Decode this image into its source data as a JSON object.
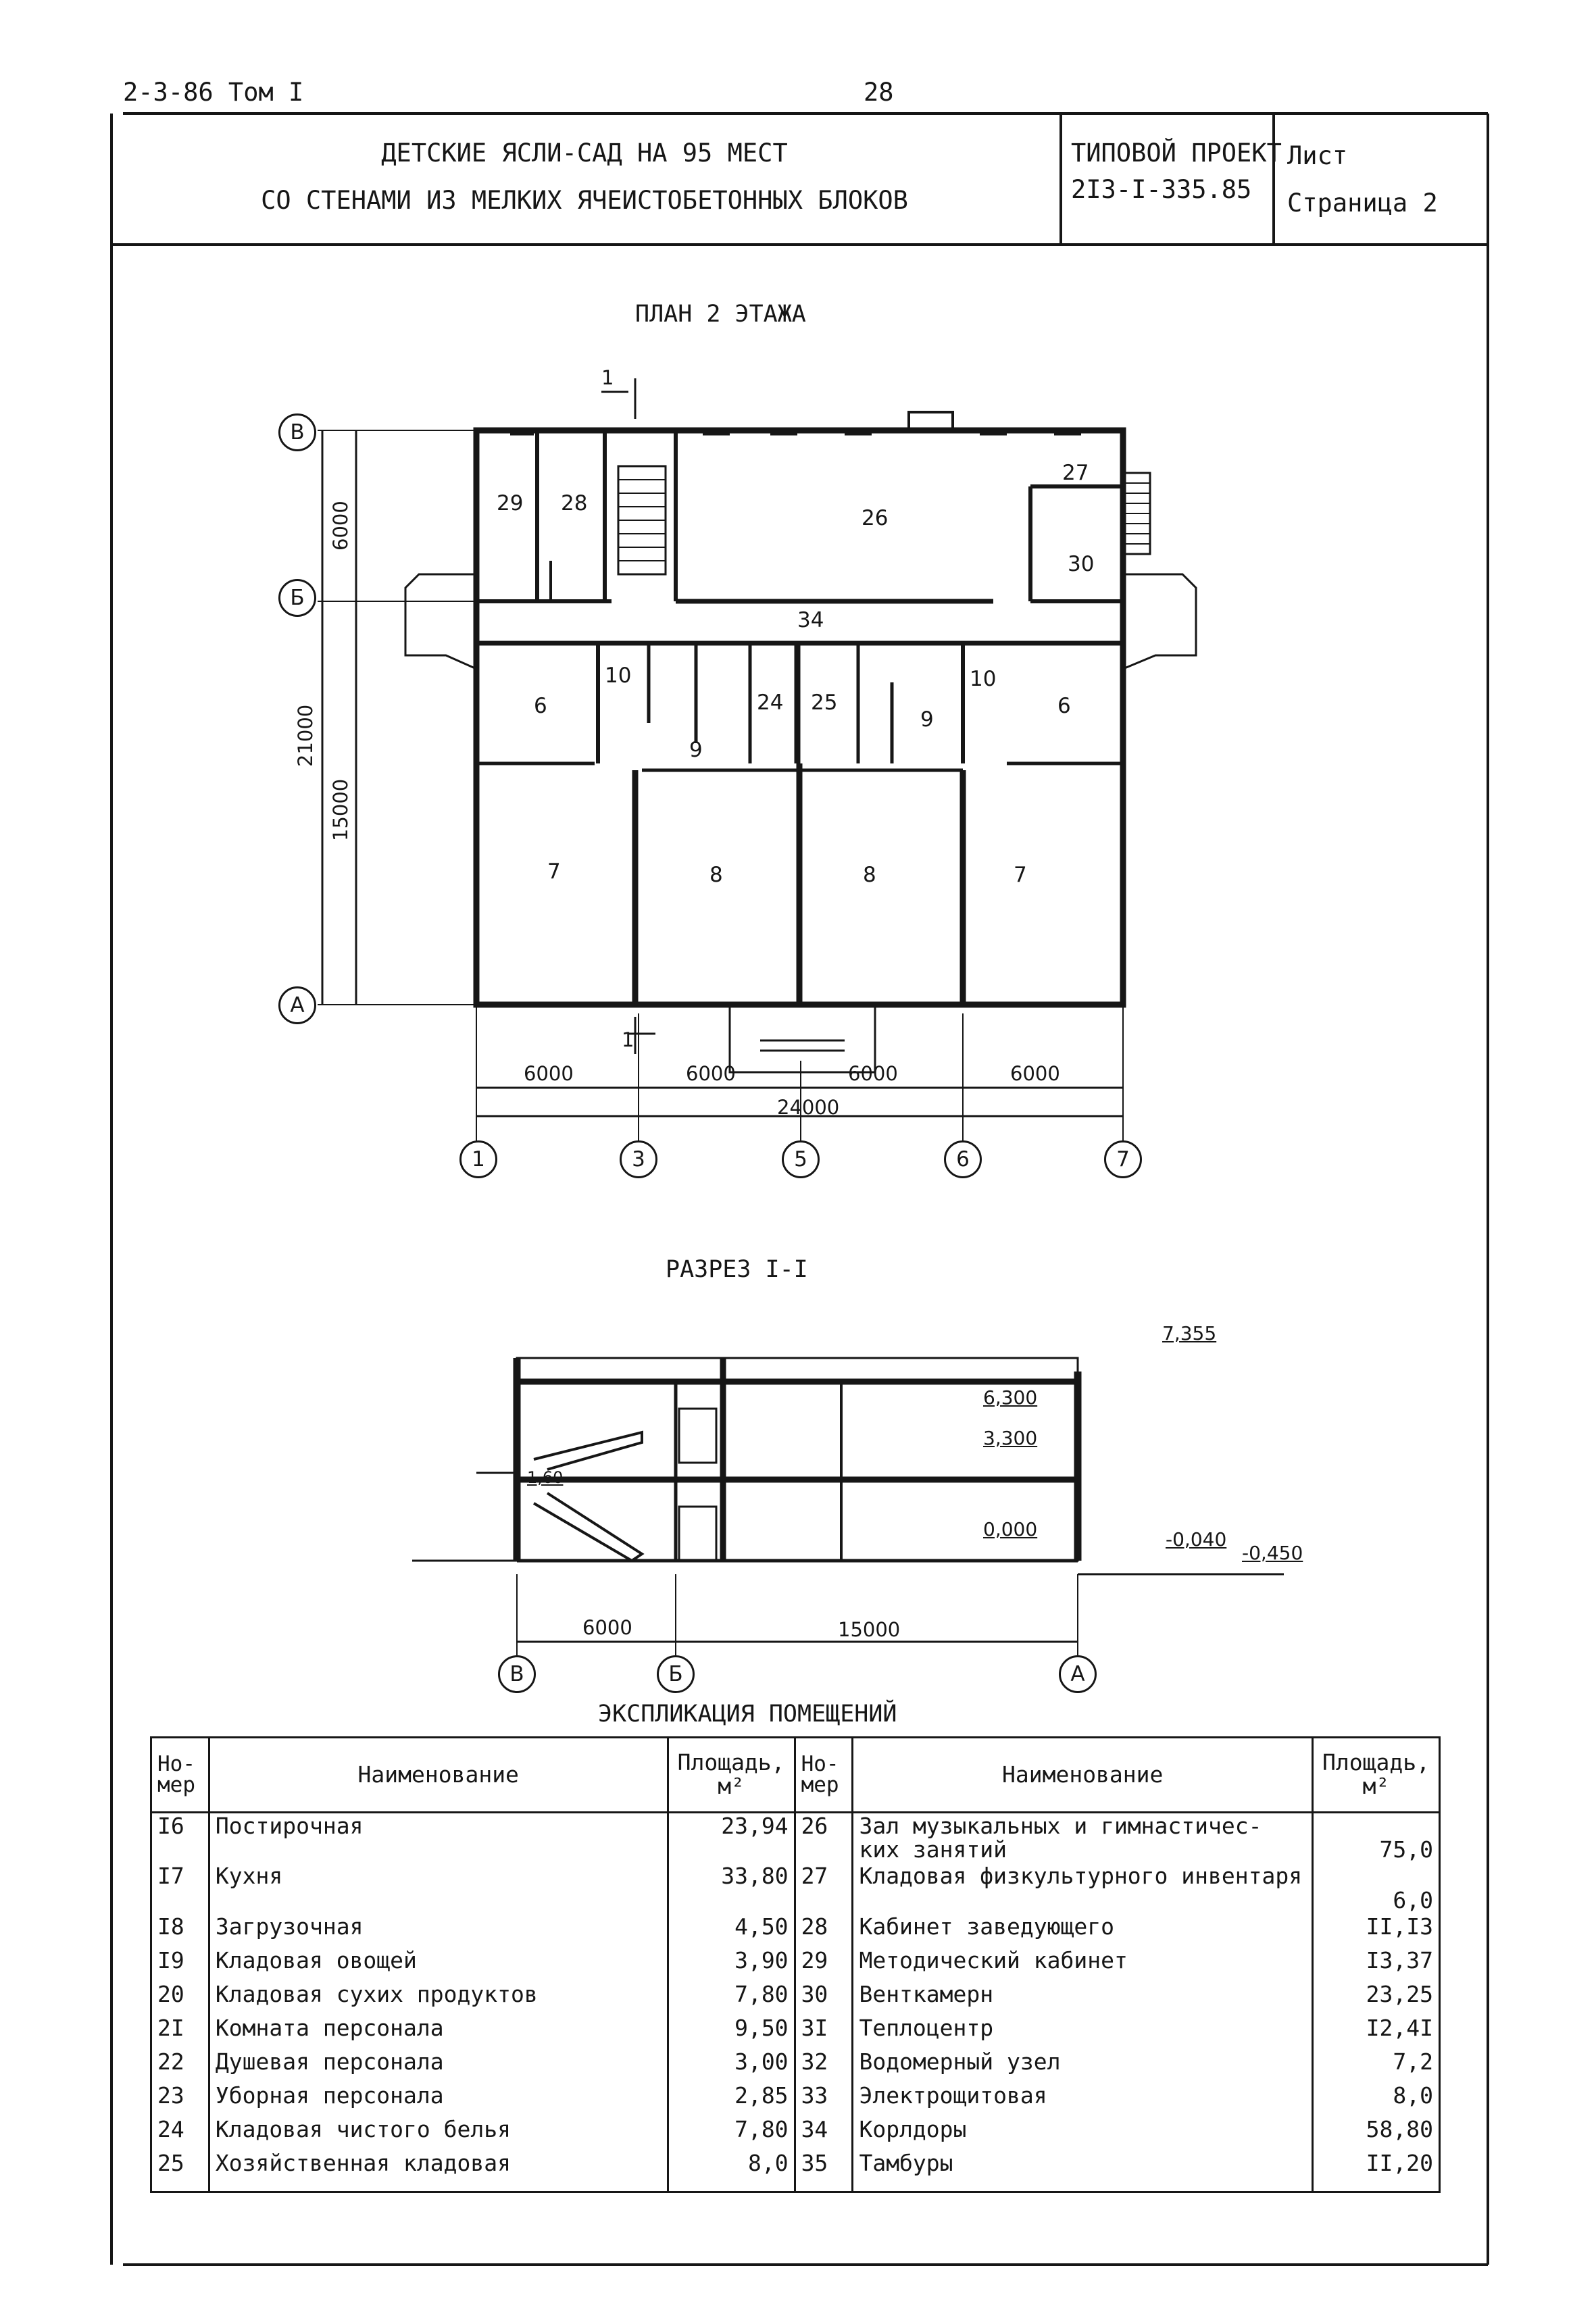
{
  "top": {
    "doc_ref": "2-3-86 Том I",
    "page_number": "28"
  },
  "title_block": {
    "line1": "ДЕТСКИЕ ЯСЛИ-САД НА 95 МЕСТ",
    "line2": "СО СТЕНАМИ ИЗ МЕЛКИХ ЯЧЕИСТОБЕТОННЫХ БЛОКОВ",
    "project_label": "ТИПОВОЙ ПРОЕКТ",
    "project_code": "2I3-I-335.85",
    "sheet_label": "Лист",
    "page_label": "Страница 2"
  },
  "plan": {
    "title": "ПЛАН 2 ЭТАЖА",
    "rooms": [
      "29",
      "28",
      "26",
      "27",
      "30",
      "34",
      "6",
      "10",
      "9",
      "24",
      "25",
      "9",
      "10",
      "6",
      "7",
      "8",
      "8",
      "7"
    ],
    "axes_rows": [
      "В",
      "Б",
      "А"
    ],
    "axes_cols": [
      "1",
      "3",
      "5",
      "6",
      "7"
    ],
    "dims_bottom": [
      "6000",
      "6000",
      "6000",
      "6000"
    ],
    "dim_total": "24000",
    "dims_left": [
      "6000",
      "15000"
    ],
    "dim_left_total": "21000",
    "section_marks": [
      "1",
      "1"
    ]
  },
  "section": {
    "title": "РАЗРЕЗ I-I",
    "elevations": [
      "7,355",
      "6,300",
      "3,300",
      "0,000",
      "-0,040",
      "-0,450"
    ],
    "landing": "1,60",
    "dims": [
      "6000",
      "15000"
    ],
    "axes": [
      "В",
      "Б",
      "А"
    ]
  },
  "explication": {
    "title": "ЭКСПЛИКАЦИЯ ПОМЕЩЕНИЙ",
    "head_no": "Но-мер",
    "head_name": "Наименование",
    "head_area": "Площадь, м²",
    "left": [
      {
        "no": "I6",
        "name": "Постирочная",
        "area": "23,94"
      },
      {
        "no": "I7",
        "name": "Кухня",
        "area": "33,80"
      },
      {
        "no": "I8",
        "name": "Загрузочная",
        "area": "4,50"
      },
      {
        "no": "I9",
        "name": "Кладовая овощей",
        "area": "3,90"
      },
      {
        "no": "20",
        "name": "Кладовая сухих продуктов",
        "area": "7,80"
      },
      {
        "no": "2I",
        "name": "Комната персонала",
        "area": "9,50"
      },
      {
        "no": "22",
        "name": "Душевая персонала",
        "area": "3,00"
      },
      {
        "no": "23",
        "name": "Уборная персонала",
        "area": "2,85"
      },
      {
        "no": "24",
        "name": "Кладовая чистого белья",
        "area": "7,80"
      },
      {
        "no": "25",
        "name": "Хозяйственная кладовая",
        "area": "8,0"
      }
    ],
    "right": [
      {
        "no": "26",
        "name": "Зал музыкальных и гимнастичес- ких занятий",
        "area": "75,0"
      },
      {
        "no": "27",
        "name": "Кладовая физкультурного инвентаря",
        "area": "6,0"
      },
      {
        "no": "28",
        "name": "Кабинет заведующего",
        "area": "II,I3"
      },
      {
        "no": "29",
        "name": "Методический кабинет",
        "area": "I3,37"
      },
      {
        "no": "30",
        "name": "Венткамерн",
        "area": "23,25"
      },
      {
        "no": "3I",
        "name": "Теплоцентр",
        "area": "I2,4I"
      },
      {
        "no": "32",
        "name": "Водомерный узел",
        "area": "7,2"
      },
      {
        "no": "33",
        "name": "Электрощитовая",
        "area": "8,0"
      },
      {
        "no": "34",
        "name": "Корлдоры",
        "area": "58,80"
      },
      {
        "no": "35",
        "name": "Тамбуры",
        "area": "II,20"
      }
    ]
  }
}
